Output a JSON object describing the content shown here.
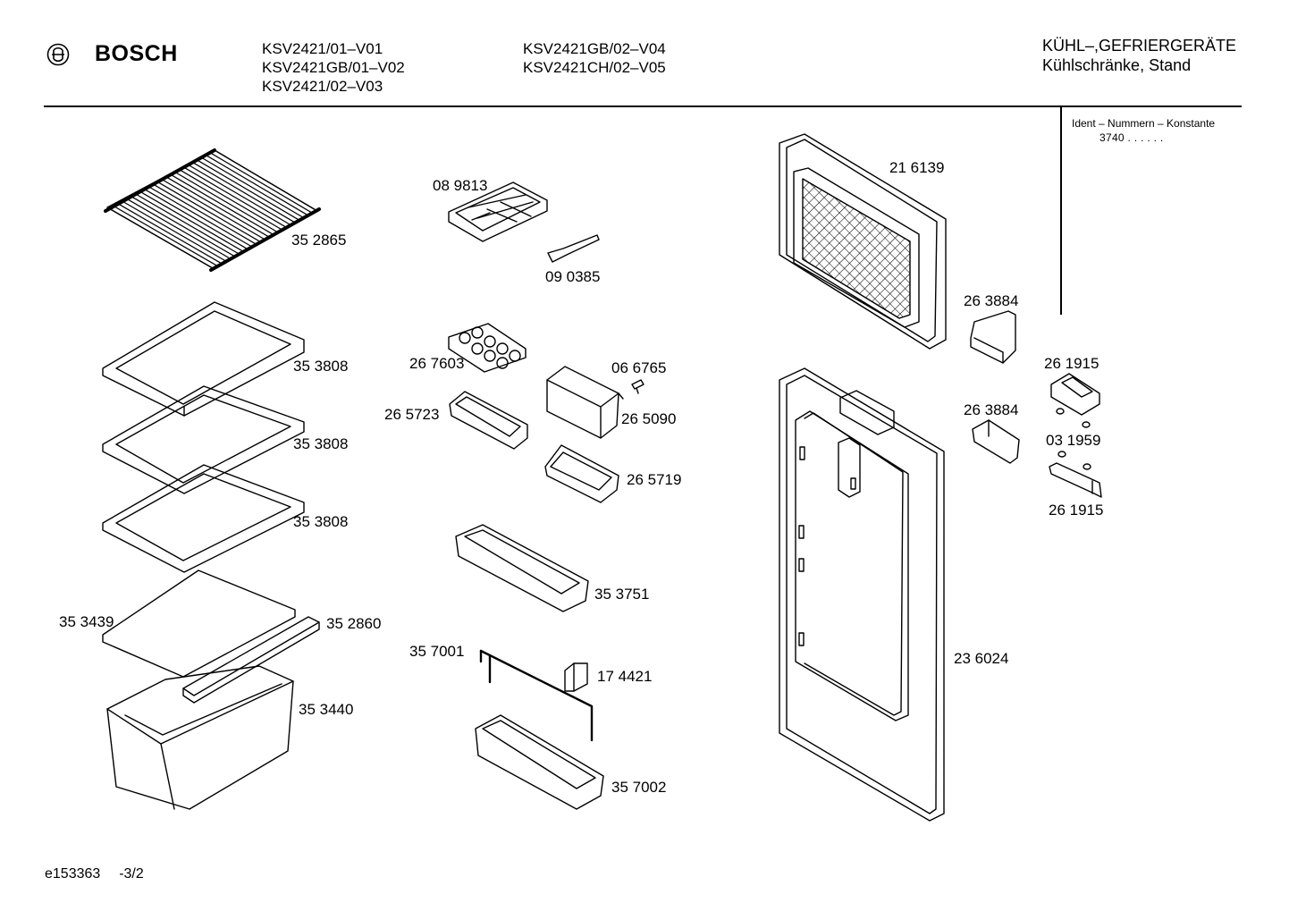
{
  "header": {
    "brand": "BOSCH",
    "logo_icon": "bosch-armature-icon",
    "models_col1": [
      "KSV2421/01–V01",
      "KSV2421GB/01–V02",
      "KSV2421/02–V03"
    ],
    "models_col2": [
      "KSV2421GB/02–V04",
      "KSV2421CH/02–V05"
    ],
    "category": "KÜHL–,GEFRIERGERÄTE",
    "subcategory": "Kühlschränke, Stand"
  },
  "ident": {
    "title": "Ident – Nummern – Konstante",
    "value": "3740  .  .  .  .  .  ."
  },
  "parts": {
    "p352865": "35 2865",
    "p089813": "08 9813",
    "p090385": "09 0385",
    "p216139": "21 6139",
    "p263884a": "26 3884",
    "p353808a": "35 3808",
    "p267603": "26 7603",
    "p066765": "06 6765",
    "p261915a": "26 1915",
    "p265723": "26 5723",
    "p265090": "26 5090",
    "p263884b": "26 3884",
    "p031959": "03 1959",
    "p353808b": "35 3808",
    "p265719": "26 5719",
    "p261915b": "26 1915",
    "p353808c": "35 3808",
    "p353751": "35 3751",
    "p353439": "35 3439",
    "p352860": "35 2860",
    "p357001": "35 7001",
    "p174421": "17 4421",
    "p236024": "23 6024",
    "p353440": "35 3440",
    "p357002": "35 7002"
  },
  "footer": {
    "doc_id": "e153363",
    "page": "-3/2"
  }
}
